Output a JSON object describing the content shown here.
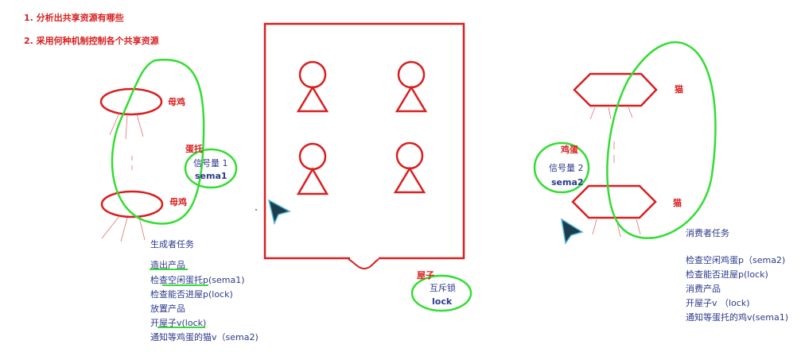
{
  "notes": {
    "line1": "1. 分析出共享资源有哪些",
    "line2": "2. 采用何种机制控制各个共享资源"
  },
  "producer": {
    "hen_label_top": "母鸡",
    "hen_label_bottom": "母鸡",
    "egg_tray_label": "蛋托",
    "semaphore_label": "信号量 1",
    "semaphore_name": "sema1",
    "task_title": "生成者任务",
    "steps": [
      "造出产品",
      "检查空闲蛋托p(sema1)",
      "检查能否进屋p(lock)",
      "放置产品",
      "开屋子v(lock)",
      "通知等鸡蛋的猫v（sema2)"
    ]
  },
  "house": {
    "label": "屋子",
    "mutex_label": "互斥锁",
    "mutex_name": "lock"
  },
  "consumer": {
    "cat_label_top": "猫",
    "cat_label_bottom": "猫",
    "egg_label": "鸡蛋",
    "semaphore_label": "信号量 2",
    "semaphore_name": "sema2",
    "task_title": "消费者任务",
    "steps": [
      "检查空闲鸡蛋p（sema2)",
      "检查能否进屋p(lock)",
      "消费产品",
      "开屋子v （lock)",
      "通知等蛋托的鸡v(sema1)"
    ]
  },
  "colors": {
    "red": "#d91f1f",
    "green": "#33dd33",
    "blue": "#2b3a8c"
  }
}
